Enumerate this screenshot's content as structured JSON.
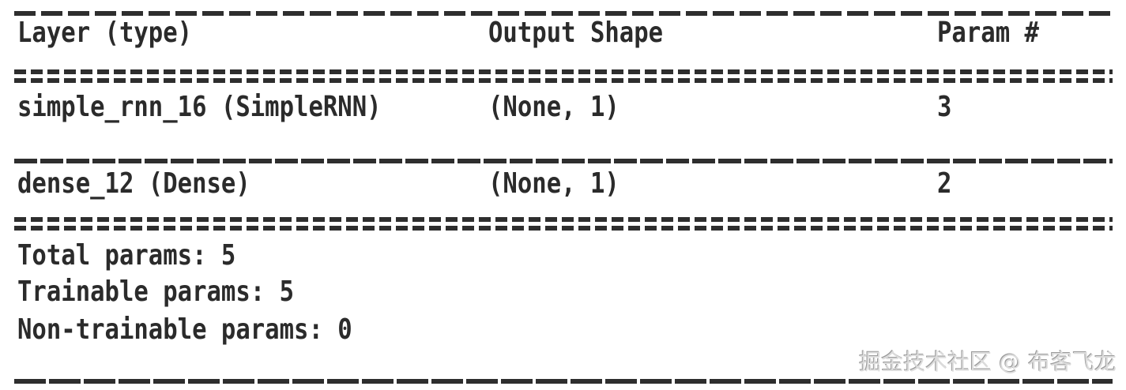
{
  "colors": {
    "background": "#ffffff",
    "text": "#2b2b2b",
    "separator": "#2e2e2e",
    "watermark": "#dcdcdc"
  },
  "model_summary": {
    "columns": {
      "layer_type": "Layer (type)",
      "output_shape": "Output Shape",
      "param_count": "Param #"
    },
    "rows": [
      {
        "layer": "simple_rnn_16 (SimpleRNN)",
        "output_shape": "(None, 1)",
        "params": "3"
      },
      {
        "layer": "dense_12 (Dense)",
        "output_shape": "(None, 1)",
        "params": "2"
      }
    ],
    "totals": {
      "total_params": "Total params: 5",
      "trainable_params": "Trainable params: 5",
      "non_trainable_params": "Non-trainable params: 0"
    }
  },
  "watermark": {
    "text": "掘金技术社区 @ 布客飞龙"
  }
}
